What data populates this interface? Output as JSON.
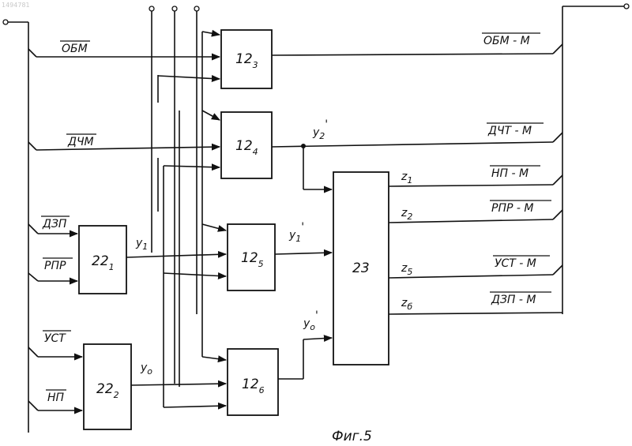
{
  "watermark": "1494781",
  "caption": "Фиг.5",
  "blocks": {
    "b12_3": {
      "base": "12",
      "sub": "3"
    },
    "b12_4": {
      "base": "12",
      "sub": "4"
    },
    "b12_5": {
      "base": "12",
      "sub": "5"
    },
    "b12_6": {
      "base": "12",
      "sub": "6"
    },
    "b22_1": {
      "base": "22",
      "sub": "1"
    },
    "b22_2": {
      "base": "22",
      "sub": "2"
    },
    "b23": {
      "base": "23"
    }
  },
  "inputs": {
    "obm": "ОБМ",
    "dchm": "ДЧМ",
    "dzp": "ДЗП",
    "rpr": "РПР",
    "ust": "УСТ",
    "np": "НП"
  },
  "outputs": {
    "obm_m": "ОБМ - М",
    "dchm_m": "ДЧТ - М",
    "np_m": "НП - М",
    "rpr_m": "РПР - М",
    "ust_m": "УСТ - М",
    "dzp_m": "ДЗП - М"
  },
  "signals": {
    "y1": {
      "base": "у",
      "sub": "1"
    },
    "y0": {
      "base": "у",
      "sub": "о"
    },
    "y2p": {
      "base": "у",
      "sub": "2",
      "prime": "'"
    },
    "y1p": {
      "base": "у",
      "sub": "1",
      "prime": "'"
    },
    "y0p": {
      "base": "у",
      "sub": "о",
      "prime": "'"
    },
    "z1": {
      "base": "z",
      "sub": "1"
    },
    "z2": {
      "base": "z",
      "sub": "2"
    },
    "z5": {
      "base": "z",
      "sub": "5"
    },
    "z6": {
      "base": "z",
      "sub": "б"
    }
  }
}
